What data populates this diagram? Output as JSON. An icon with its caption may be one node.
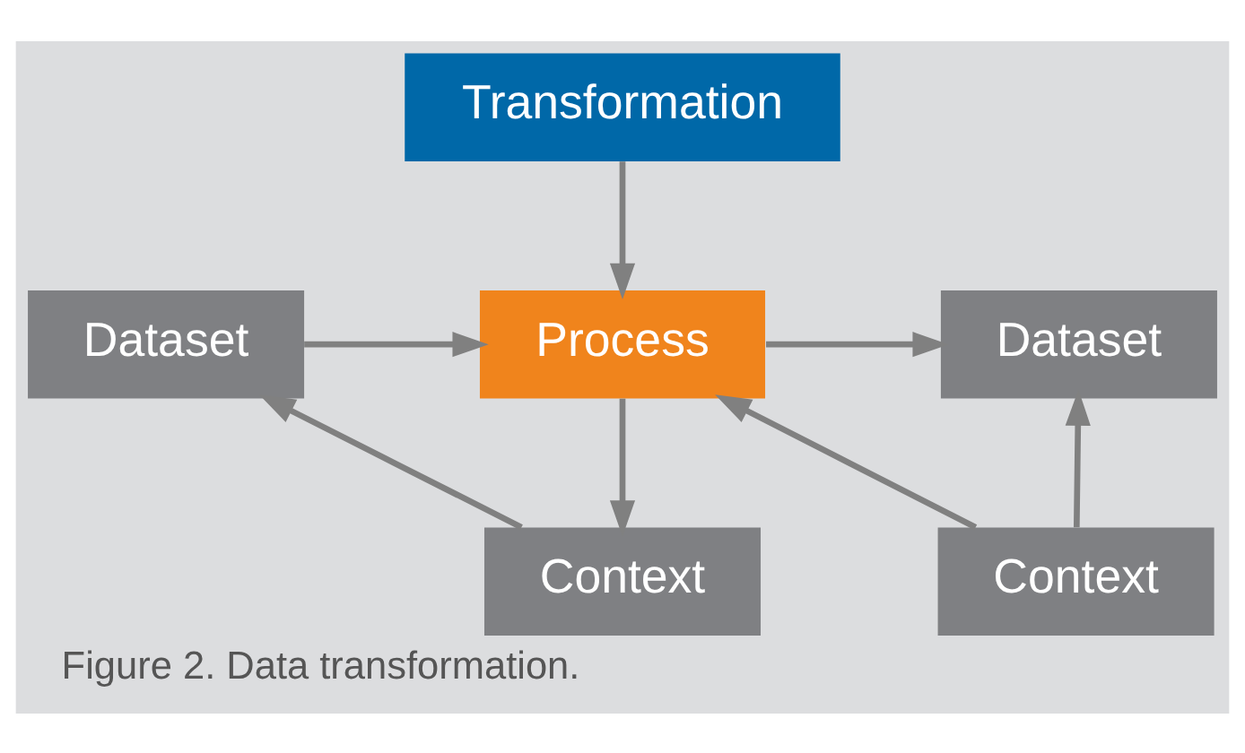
{
  "diagram": {
    "caption": "Figure 2. Data transformation.",
    "nodes": [
      {
        "text": [
          "Transformation"
        ]
      },
      {
        "text": [
          "Dataset"
        ]
      },
      {
        "text": [
          "Process"
        ]
      },
      {
        "text": [
          "Dataset"
        ]
      },
      {
        "text": [
          "Context"
        ]
      },
      {
        "text": [
          "Context"
        ]
      }
    ],
    "edges": [
      {
        "from": 0,
        "to": 2,
        "arrow": "to"
      },
      {
        "from": 1,
        "to": 2,
        "arrow": "to"
      },
      {
        "from": 2,
        "to": 3,
        "arrow": "to"
      },
      {
        "from": 4,
        "to": 1,
        "arrow": "to"
      },
      {
        "from": 2,
        "to": 4,
        "arrow": "to"
      },
      {
        "from": 5,
        "to": 2,
        "arrow": "to"
      },
      {
        "from": 5,
        "to": 3,
        "arrow": "to"
      }
    ]
  }
}
